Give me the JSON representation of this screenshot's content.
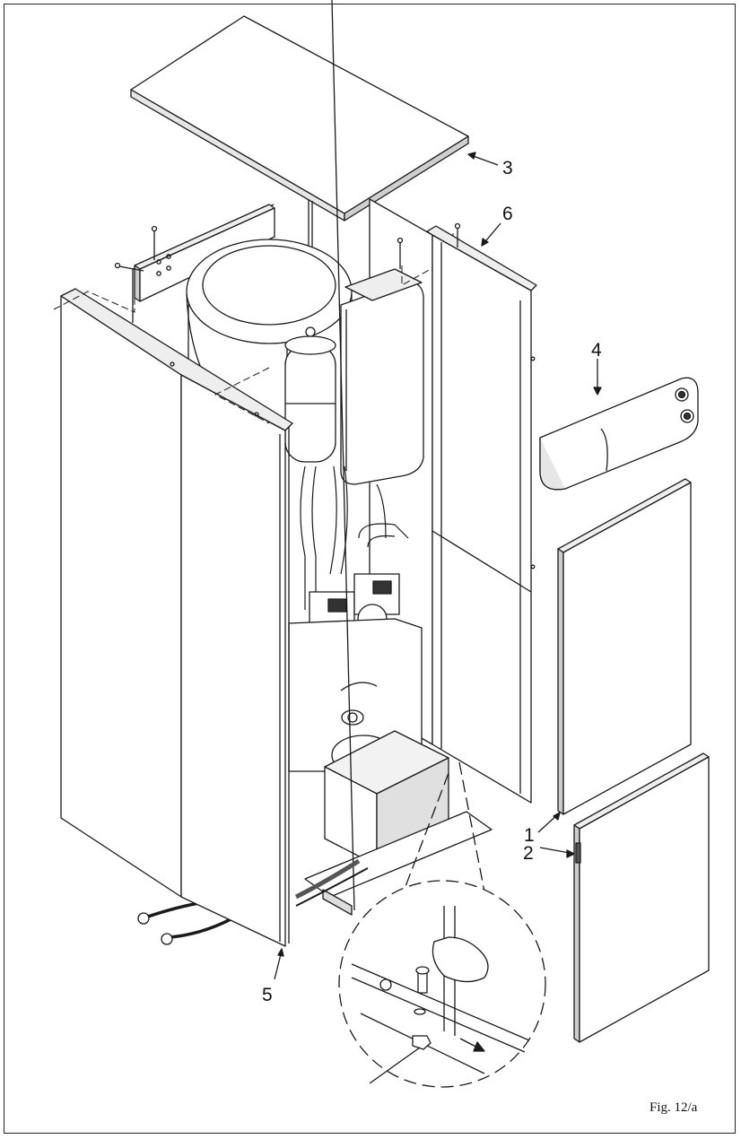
{
  "figure": {
    "caption": "Fig. 12/a",
    "callouts": [
      {
        "id": "1",
        "label": "1"
      },
      {
        "id": "2",
        "label": "2"
      },
      {
        "id": "3",
        "label": "3"
      },
      {
        "id": "4",
        "label": "4"
      },
      {
        "id": "5",
        "label": "5"
      },
      {
        "id": "6",
        "label": "6"
      }
    ]
  },
  "colors": {
    "line": "#1a1a1a",
    "panel_fill": "#ffffff",
    "shade": "#d9d9d9",
    "dark_shade": "#7a7a7a"
  }
}
